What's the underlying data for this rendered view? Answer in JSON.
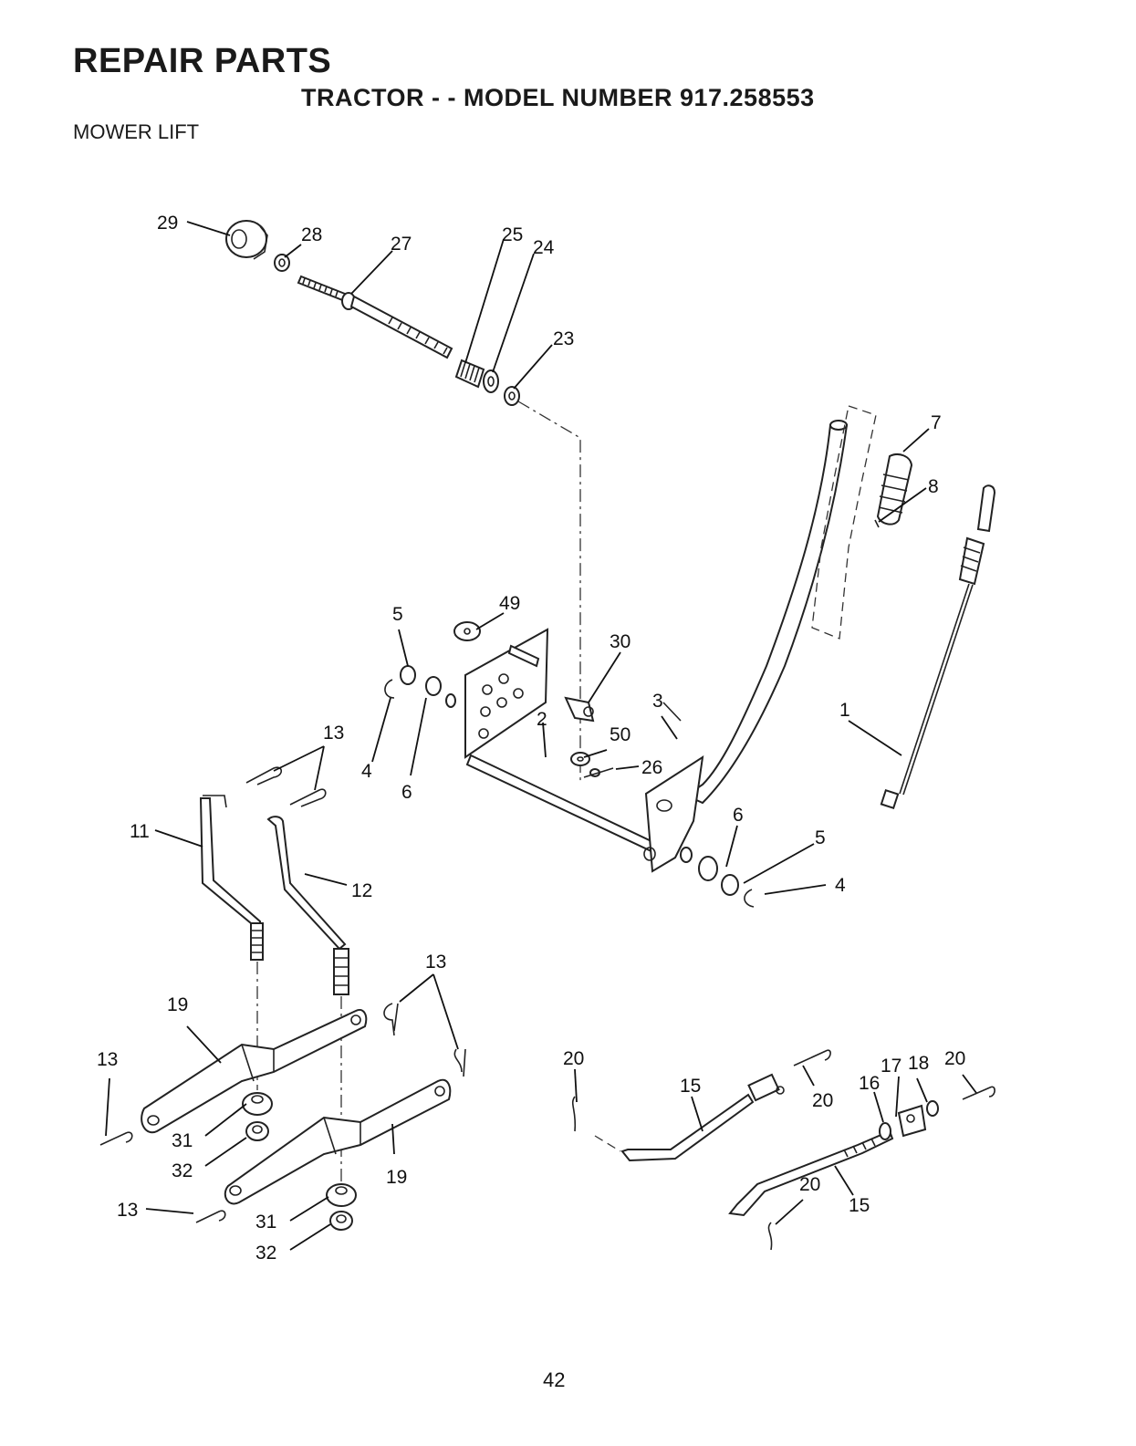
{
  "header": {
    "title": "REPAIR PARTS",
    "subtitle": "TRACTOR - - MODEL NUMBER 917.258553",
    "section": "MOWER LIFT"
  },
  "page_number": "42",
  "callouts": {
    "c29": "29",
    "c28": "28",
    "c27": "27",
    "c25": "25",
    "c24": "24",
    "c23": "23",
    "c7": "7",
    "c8": "8",
    "c49": "49",
    "c5a": "5",
    "c30": "30",
    "c3": "3",
    "c13a": "13",
    "c4a": "4",
    "c6a": "6",
    "c2": "2",
    "c50": "50",
    "c26": "26",
    "c1": "1",
    "c11": "11",
    "c12": "12",
    "c6b": "6",
    "c5b": "5",
    "c4b": "4",
    "c13b": "13",
    "c19a": "19",
    "c13c": "13",
    "c20a": "20",
    "c15a": "15",
    "c20b": "20",
    "c17": "17",
    "c18": "18",
    "c20c": "20",
    "c16": "16",
    "c31a": "31",
    "c32a": "32",
    "c19b": "19",
    "c13d": "13",
    "c31b": "31",
    "c32b": "32",
    "c20d": "20",
    "c15b": "15"
  }
}
